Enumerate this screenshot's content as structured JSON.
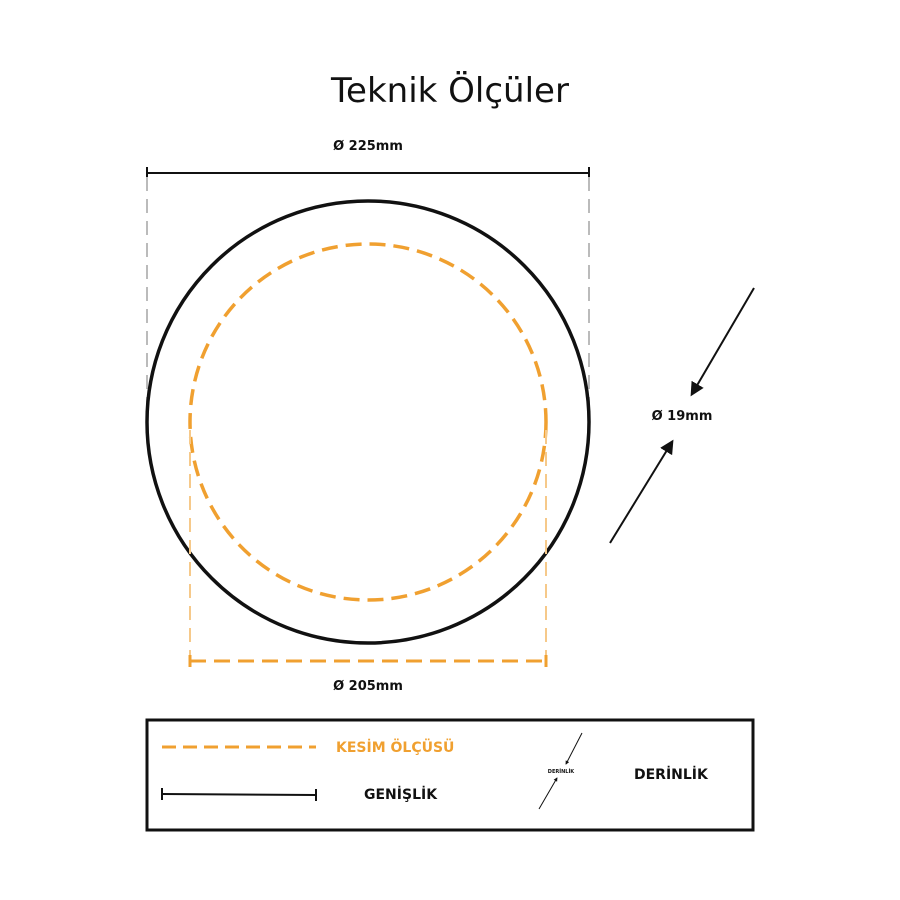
{
  "title": "Teknik Ölçüler",
  "dimensions": {
    "outer_diameter": "Ø 225mm",
    "cut_diameter": "Ø 205mm",
    "depth": "Ø 19mm"
  },
  "legend": {
    "cut_label": "KESİM ÖLÇÜSÜ",
    "width_label": "GENİŞLİK",
    "depth_label": "DERİNLİK",
    "depth_mini_label": "DERİNLİK"
  },
  "colors": {
    "accent_orange": "#F0A030",
    "outline_black": "#111111",
    "guide_gray": "#BBBBBB",
    "guide_orange_light": "#F6C98A"
  }
}
